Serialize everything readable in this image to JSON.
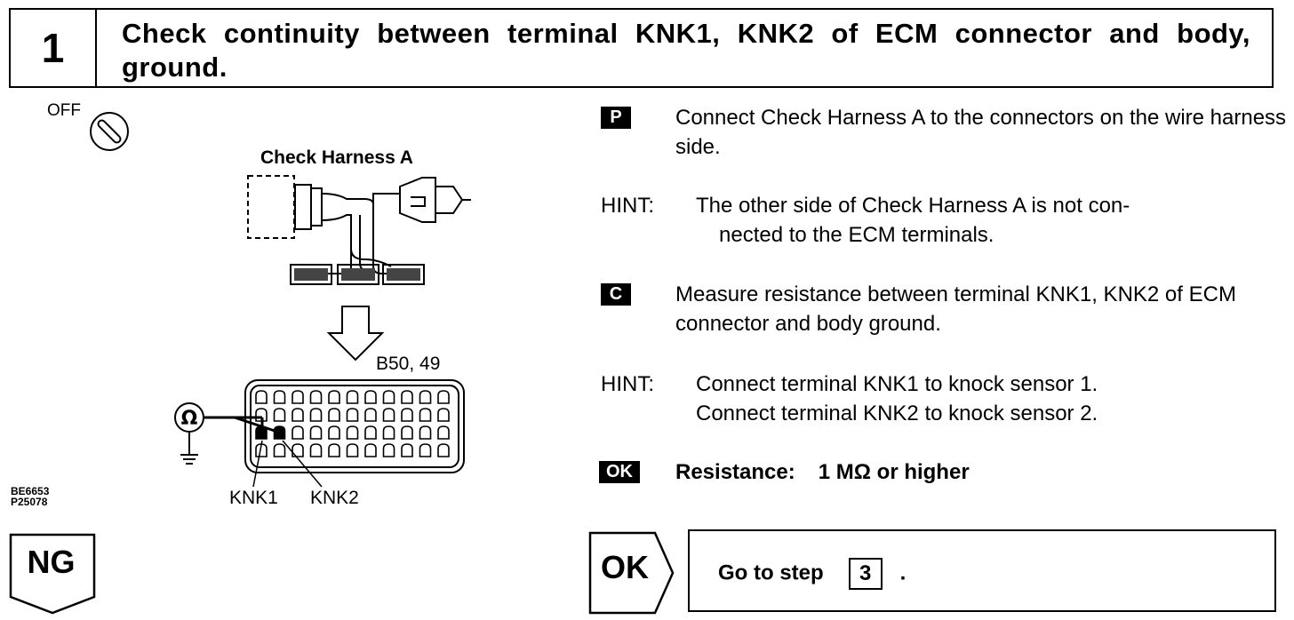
{
  "step": {
    "number": "1",
    "title": "Check continuity between terminal KNK1, KNK2 of ECM connector and body, ground."
  },
  "figure": {
    "off_label": "OFF",
    "harness_label": "Check Harness A",
    "connector_label": "B50, 49",
    "terminal_1": "KNK1",
    "terminal_2": "KNK2",
    "code_1": "BE6653",
    "code_2": "P25078",
    "meter_symbol": "Ω"
  },
  "instructions": {
    "prep_symbol": "P",
    "prep_text": "Connect Check Harness A to the connectors on the wire harness side.",
    "hint1_label": "HINT:",
    "hint1_line1": "The other side of Check Harness A is not con-",
    "hint1_line2": "nected to the ECM terminals.",
    "check_symbol": "C",
    "check_text": "Measure resistance between terminal KNK1, KNK2 of ECM connector and body ground.",
    "hint2_label": "HINT:",
    "hint2_line1": "Connect terminal KNK1 to knock sensor 1.",
    "hint2_line2": "Connect terminal KNK2 to knock sensor 2.",
    "ok_symbol": "OK",
    "ok_label": "Resistance:",
    "ok_value": "1 MΩ or higher"
  },
  "navigation": {
    "ng_label": "NG",
    "ok_label": "OK",
    "goto_prefix": "Go to step",
    "goto_step": "3",
    "goto_suffix": "."
  }
}
